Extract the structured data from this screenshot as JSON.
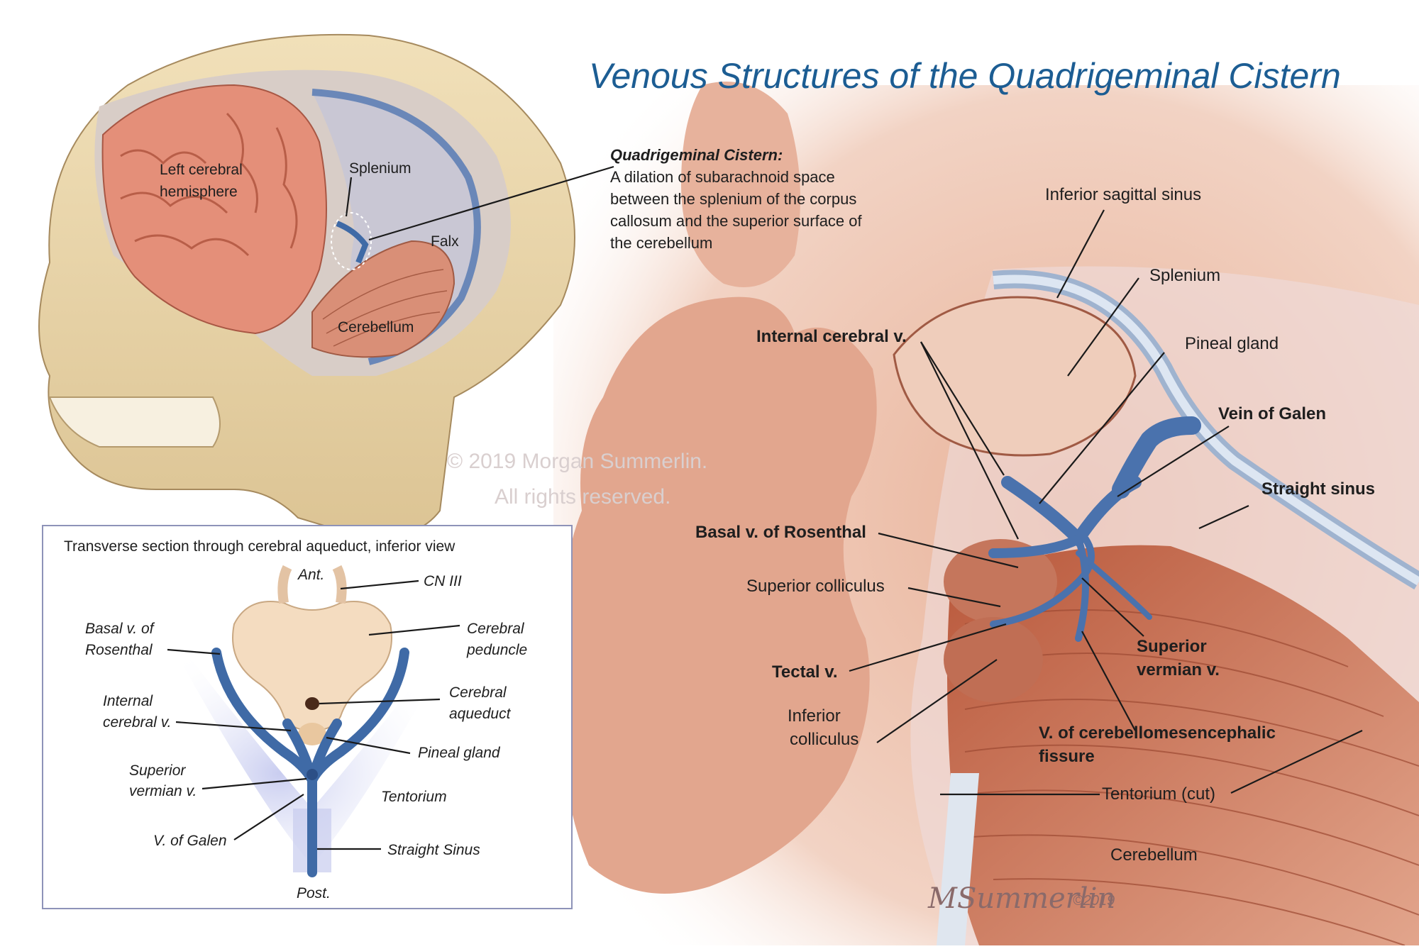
{
  "title": "Venous Structures of the Quadrigeminal Cistern",
  "definition": {
    "heading": "Quadrigeminal Cistern:",
    "lines": [
      "A dilation of subarachnoid space",
      "between the splenium of the corpus",
      "callosum and the superior surface of",
      "the cerebellum"
    ]
  },
  "skull_labels": {
    "left_hemisphere_1": "Left cerebral",
    "left_hemisphere_2": "hemisphere",
    "splenium": "Splenium",
    "falx": "Falx",
    "cerebellum": "Cerebellum"
  },
  "inset": {
    "title": "Transverse section through cerebral aqueduct, inferior view",
    "ant": "Ant.",
    "post": "Post.",
    "cn3": "CN III",
    "basal_1": "Basal v. of",
    "basal_2": "Rosenthal",
    "peduncle_1": "Cerebral",
    "peduncle_2": "peduncle",
    "icv_1": "Internal",
    "icv_2": "cerebral v.",
    "aqueduct_1": "Cerebral",
    "aqueduct_2": "aqueduct",
    "pineal": "Pineal gland",
    "svv_1": "Superior",
    "svv_2": "vermian v.",
    "tentorium": "Tentorium",
    "galen": "V. of Galen",
    "straight": "Straight Sinus"
  },
  "main_labels": {
    "inferior_sagittal": "Inferior sagittal sinus",
    "splenium": "Splenium",
    "pineal": "Pineal gland",
    "internal_cerebral": "Internal cerebral v.",
    "vein_of_galen": "Vein of Galen",
    "straight_sinus": "Straight sinus",
    "basal_rosenthal": "Basal v. of Rosenthal",
    "superior_colliculus": "Superior colliculus",
    "superior_vermian_1": "Superior",
    "superior_vermian_2": "vermian v.",
    "tectal": "Tectal v.",
    "inferior_colliculus_1": "Inferior",
    "inferior_colliculus_2": "colliculus",
    "cms_fissure_1": "V. of cerebellomesencephalic",
    "cms_fissure_2": "fissure",
    "tentorium_cut": "Tentorium (cut)",
    "cerebellum": "Cerebellum"
  },
  "watermark": {
    "line1": "© 2019 Morgan Summerlin.",
    "line2": "All rights reserved."
  },
  "signature": {
    "name": "MSummerlin",
    "year": "©2019"
  },
  "colors": {
    "title": "#1c5d93",
    "vein": "#3f6aa6",
    "brain": "#e8957f",
    "bone": "#ecd9ae",
    "tissue": "#e9b79e",
    "cerebellum": "#c9694a"
  }
}
